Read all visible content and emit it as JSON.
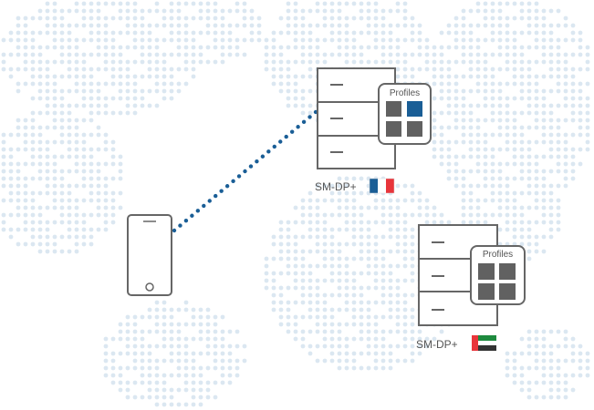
{
  "colors": {
    "link": "#1a5e96",
    "outline": "#666666",
    "tile": "#616161",
    "tile_active": "#1a5e96",
    "map_dot": "#dbe7f1"
  },
  "servers": [
    {
      "label": "SM-DP+",
      "profiles_label": "Profiles",
      "flag": "france",
      "active_profile": 1
    },
    {
      "label": "SM-DP+",
      "profiles_label": "Profiles",
      "flag": "uae",
      "active_profile": -1
    }
  ],
  "device": {
    "type": "smartphone"
  }
}
